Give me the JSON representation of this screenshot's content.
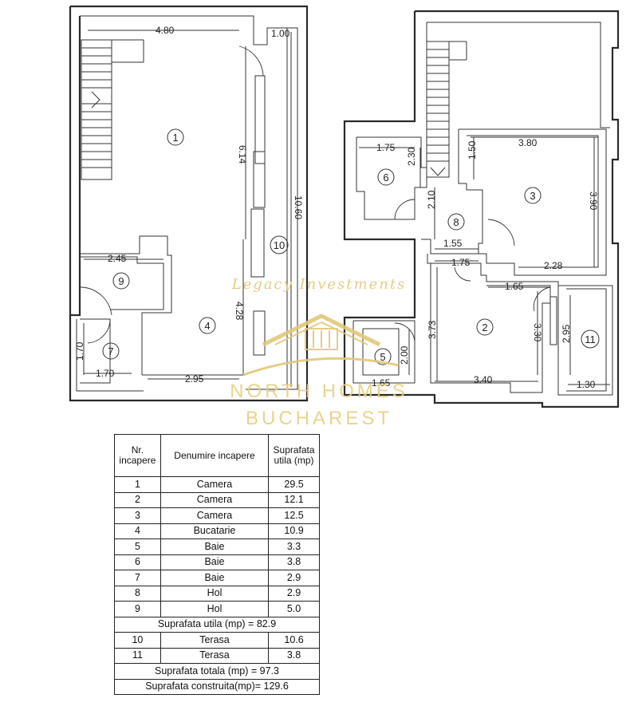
{
  "watermark": {
    "line1": "Legacy Investments",
    "line2": "NORTH HOMES",
    "line3": "BUCHAREST",
    "color": "#e2c879"
  },
  "plan": {
    "dimensions": {
      "d480": "4.80",
      "d100": "1.00",
      "d614": "6.14",
      "d1060": "10.60",
      "d245": "2.45",
      "d428": "4.28",
      "d170a": "1.70",
      "d170b": "1.70",
      "d295a": "2.95",
      "d175a": "1.75",
      "d230": "2.30",
      "d210": "2.10",
      "d155": "1.55",
      "d175b": "1.75",
      "d380": "3.80",
      "d150": "1.50",
      "d390": "3.90",
      "d228": "2.28",
      "d165a": "1.65",
      "d373": "3.73",
      "d200": "2.00",
      "d165b": "1.65",
      "d340": "3.40",
      "d330": "3.30",
      "d295b": "2.95",
      "d130": "1.30"
    },
    "rooms": [
      "1",
      "2",
      "3",
      "4",
      "5",
      "6",
      "7",
      "8",
      "9",
      "10",
      "11"
    ]
  },
  "table": {
    "headers": {
      "nr": "Nr. incapere",
      "name": "Denumire incapere",
      "area": "Suprafata utila (mp)"
    },
    "rows": [
      {
        "nr": "1",
        "name": "Camera",
        "area": "29.5"
      },
      {
        "nr": "2",
        "name": "Camera",
        "area": "12.1"
      },
      {
        "nr": "3",
        "name": "Camera",
        "area": "12.5"
      },
      {
        "nr": "4",
        "name": "Bucatarie",
        "area": "10.9"
      },
      {
        "nr": "5",
        "name": "Baie",
        "area": "3.3"
      },
      {
        "nr": "6",
        "name": "Baie",
        "area": "3.8"
      },
      {
        "nr": "7",
        "name": "Baie",
        "area": "2.9"
      },
      {
        "nr": "8",
        "name": "Hol",
        "area": "2.9"
      },
      {
        "nr": "9",
        "name": "Hol",
        "area": "5.0"
      }
    ],
    "subtotal_util": "Suprafata utila (mp) = 82.9",
    "terrace_rows": [
      {
        "nr": "10",
        "name": "Terasa",
        "area": "10.6"
      },
      {
        "nr": "11",
        "name": "Terasa",
        "area": "3.8"
      }
    ],
    "total": "Suprafata totala (mp) = 97.3",
    "built": "Suprafata construita(mp)= 129.6"
  }
}
